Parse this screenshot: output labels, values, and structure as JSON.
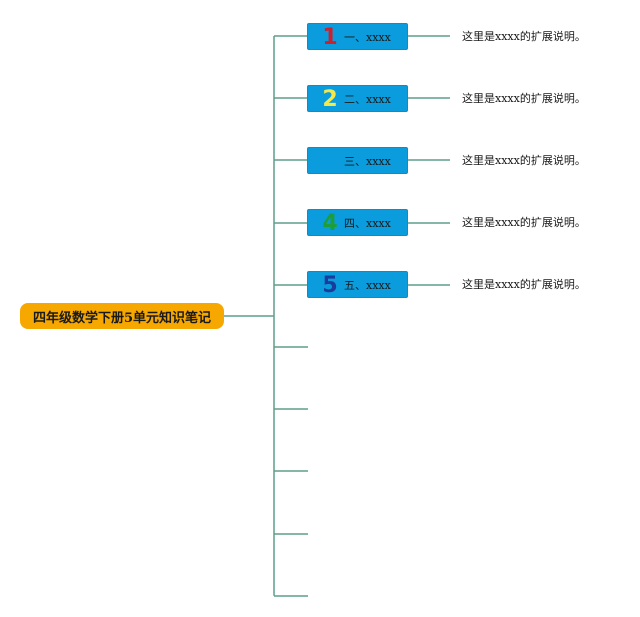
{
  "diagram": {
    "root": {
      "label": "四年级数学下册5单元知识笔记"
    },
    "branches": [
      {
        "num": "1",
        "num_color": "#d01e2a",
        "label": "一、xxxx",
        "desc": "这里是xxxx的扩展说明。"
      },
      {
        "num": "2",
        "num_color": "#f4e84a",
        "label": "二、xxxx",
        "desc": "这里是xxxx的扩展说明。"
      },
      {
        "num": "",
        "num_color": "#0a9cdc",
        "label": "三、xxxx",
        "desc": "这里是xxxx的扩展说明。"
      },
      {
        "num": "4",
        "num_color": "#1e9e3a",
        "label": "四、xxxx",
        "desc": "这里是xxxx的扩展说明。"
      },
      {
        "num": "5",
        "num_color": "#1a3c9c",
        "label": "五、xxxx",
        "desc": "这里是xxxx的扩展说明。"
      }
    ],
    "empty_branch_count": 5,
    "colors": {
      "connector": "#5f9e8a",
      "root_fill": "#f6a800",
      "branch_fill": "#0a9cdc",
      "branch_border": "#2c7fb8"
    }
  }
}
